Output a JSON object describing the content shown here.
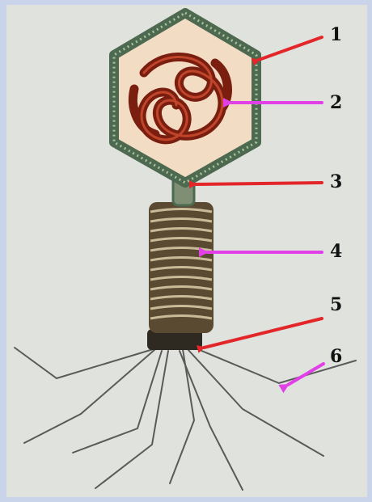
{
  "colors": {
    "frame": "#c9d3ea",
    "paper": "#e4e5e0",
    "capsid_fill": "#f2dcc3",
    "capsid_edge": "#4d6a50",
    "dna": "#7a1e10",
    "dna_light": "#c0452a",
    "sheath": "#5b4a32",
    "sheath_ring": "#c8bb98",
    "tail_fiber": "#5a5a5a",
    "arrow_red": "#e3262a",
    "arrow_magenta": "#e040e6"
  },
  "labels": [
    {
      "id": "label-1",
      "text": "1",
      "arrow_color": "red"
    },
    {
      "id": "label-2",
      "text": "2",
      "arrow_color": "magenta"
    },
    {
      "id": "label-3",
      "text": "3",
      "arrow_color": "red"
    },
    {
      "id": "label-4",
      "text": "4",
      "arrow_color": "magenta"
    },
    {
      "id": "label-5",
      "text": "5",
      "arrow_color": "red"
    },
    {
      "id": "label-6",
      "text": "6",
      "arrow_color": "magenta"
    }
  ]
}
